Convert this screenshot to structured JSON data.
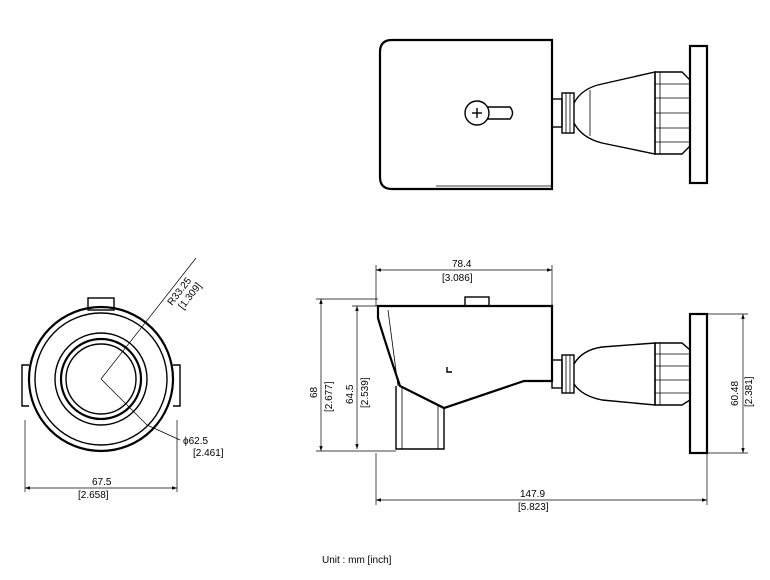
{
  "dimensions": {
    "top_width": {
      "mm": "78.4",
      "inch": "[3.086]"
    },
    "height_68": {
      "mm": "68",
      "inch": "[2.677]"
    },
    "height_64": {
      "mm": "64.5",
      "inch": "[2.539]"
    },
    "mount_height": {
      "mm": "60.48",
      "inch": "[2.381]"
    },
    "total_length": {
      "mm": "147.9",
      "inch": "[5.823]"
    },
    "front_width": {
      "mm": "67.5",
      "inch": "[2.658]"
    },
    "front_radius": {
      "mm": "R33.25",
      "inch": "[1.309]"
    },
    "lens_diameter": {
      "mm": "ϕ62.5",
      "inch": "[2.461]"
    }
  },
  "footer": {
    "unit_label": "Unit : mm [inch]"
  }
}
